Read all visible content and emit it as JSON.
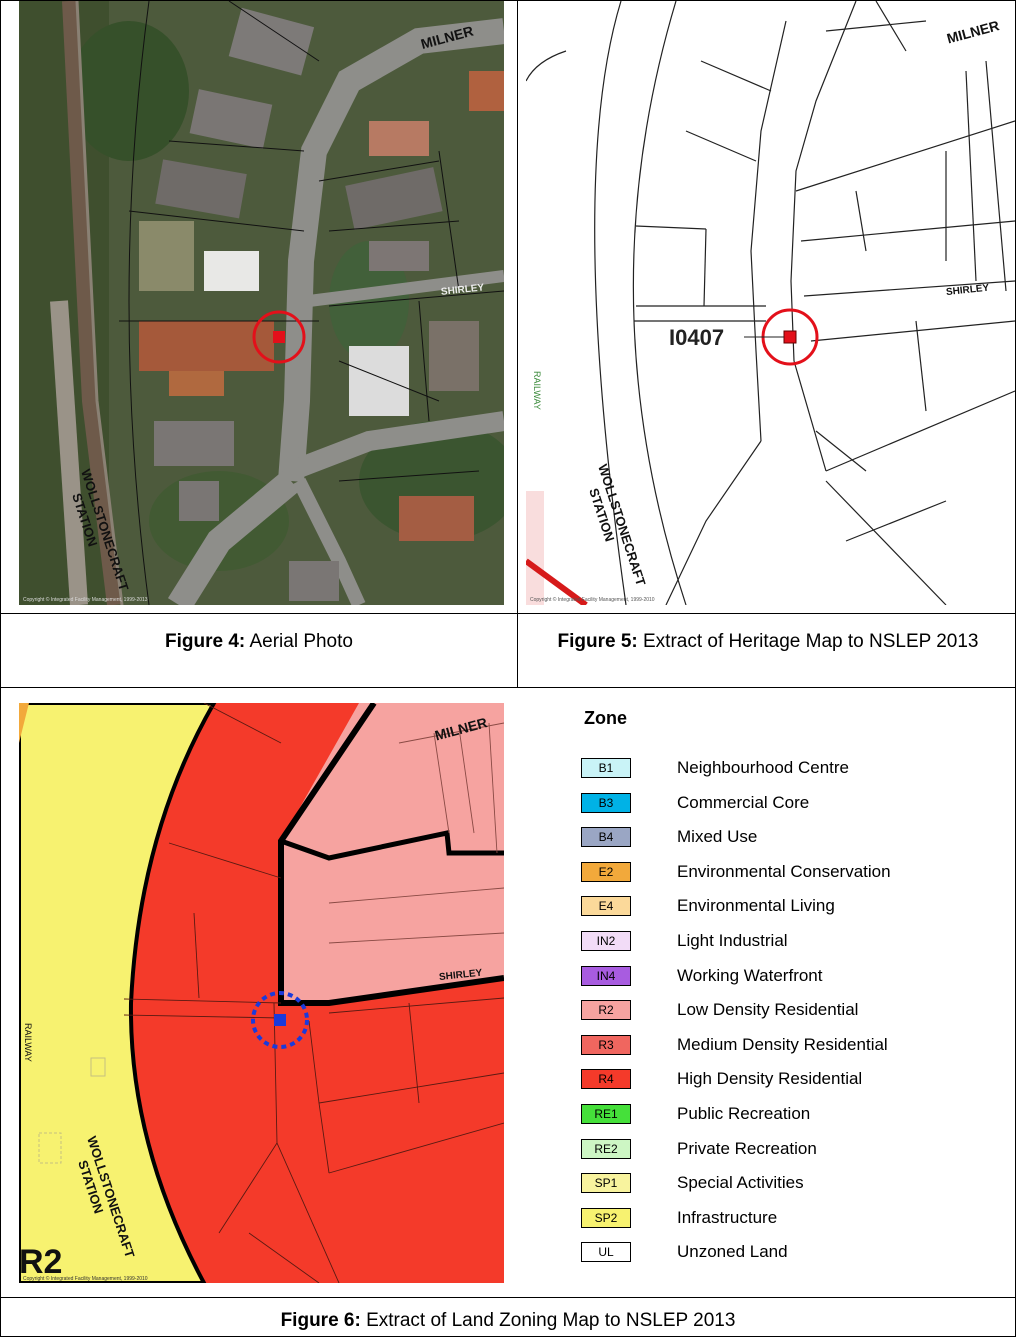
{
  "figures": {
    "fig4": {
      "label": "Figure 4:",
      "text": " Aerial Photo"
    },
    "fig5": {
      "label": "Figure 5:",
      "text": " Extract of Heritage Map to NSLEP 2013"
    },
    "fig6": {
      "label": "Figure 6:",
      "text": " Extract of Land Zoning Map to NSLEP 2013"
    }
  },
  "map_labels": {
    "street_milner": "MILNER",
    "street_shirley": "SHIRLEY",
    "station_line1": "WOLLSTONECRAFT",
    "station_line2": "STATION",
    "railway": "RAILWAY",
    "heritage_item": "I0407",
    "zone_fragment": "R2",
    "copyright_aerial": "Copyright © Integrated Facility Management, 1999-2013",
    "copyright_heritage": "Copyright © Integrated Facility Management, 1999-2010",
    "copyright_zoning": "Copyright © Integrated Facility Management, 1999-2010"
  },
  "legend": {
    "title": "Zone",
    "items": [
      {
        "code": "B1",
        "label": "Neighbourhood Centre",
        "color": "#c9f3f7"
      },
      {
        "code": "B3",
        "label": "Commercial Core",
        "color": "#00b2e6"
      },
      {
        "code": "B4",
        "label": "Mixed Use",
        "color": "#9aa6c4"
      },
      {
        "code": "E2",
        "label": "Environmental Conservation",
        "color": "#f2a93b"
      },
      {
        "code": "E4",
        "label": "Environmental Living",
        "color": "#fbd99a"
      },
      {
        "code": "IN2",
        "label": "Light Industrial",
        "color": "#f2dcf7"
      },
      {
        "code": "IN4",
        "label": "Working Waterfront",
        "color": "#a85ce0"
      },
      {
        "code": "R2",
        "label": "Low Density Residential",
        "color": "#f6a3a0"
      },
      {
        "code": "R3",
        "label": "Medium Density Residential",
        "color": "#f0665f"
      },
      {
        "code": "R4",
        "label": "High Density Residential",
        "color": "#f43a2a"
      },
      {
        "code": "RE1",
        "label": "Public Recreation",
        "color": "#45e03a"
      },
      {
        "code": "RE2",
        "label": "Private Recreation",
        "color": "#cdf6c4"
      },
      {
        "code": "SP1",
        "label": "Special Activities",
        "color": "#f8f39e"
      },
      {
        "code": "SP2",
        "label": "Infrastructure",
        "color": "#f7f270"
      },
      {
        "code": "UL",
        "label": "Unzoned Land",
        "color": "#ffffff"
      }
    ]
  }
}
